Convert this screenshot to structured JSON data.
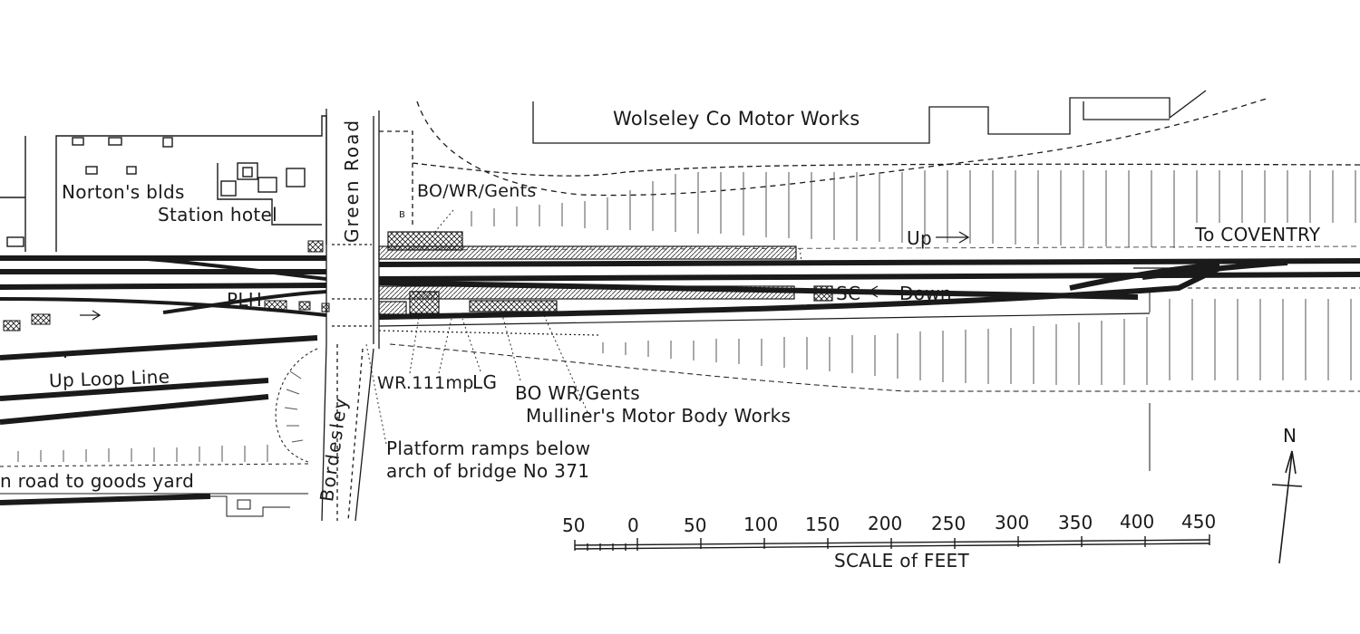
{
  "colors": {
    "ink": "#1a1a1a",
    "paper": "#ffffff",
    "hatch": "#555555"
  },
  "labels": {
    "wolseley": "Wolseley Co Motor Works",
    "nortons": "Norton's blds",
    "station_hotel": "Station hotel",
    "green_road": "Green Road",
    "bordesley": "Bordesley",
    "bo_wr_gents_top": "BO/WR/Gents",
    "up": "Up",
    "to_coventry": "To COVENTRY",
    "sc_down": "SC",
    "down": "Down",
    "plh": "PLH",
    "up_loop_line": "Up Loop Line",
    "wr_imp": "WR.111mp",
    "lg": "LG",
    "bo_wr_gents_bottom": "BO WR/Gents",
    "mulliners": "Mulliner's Motor Body Works",
    "ramps_line1": "Platform ramps below",
    "ramps_line2": "arch of bridge No 371",
    "goods_road": "n road to goods yard",
    "north": "N"
  },
  "scale_bar": {
    "caption": "SCALE of FEET",
    "ticks": [
      "50",
      "0",
      "50",
      "100",
      "150",
      "200",
      "250",
      "300",
      "350",
      "400",
      "450"
    ]
  },
  "icons": {
    "north_arrow": "north-arrow-icon",
    "direction_arrow": "right-arrow-icon"
  }
}
